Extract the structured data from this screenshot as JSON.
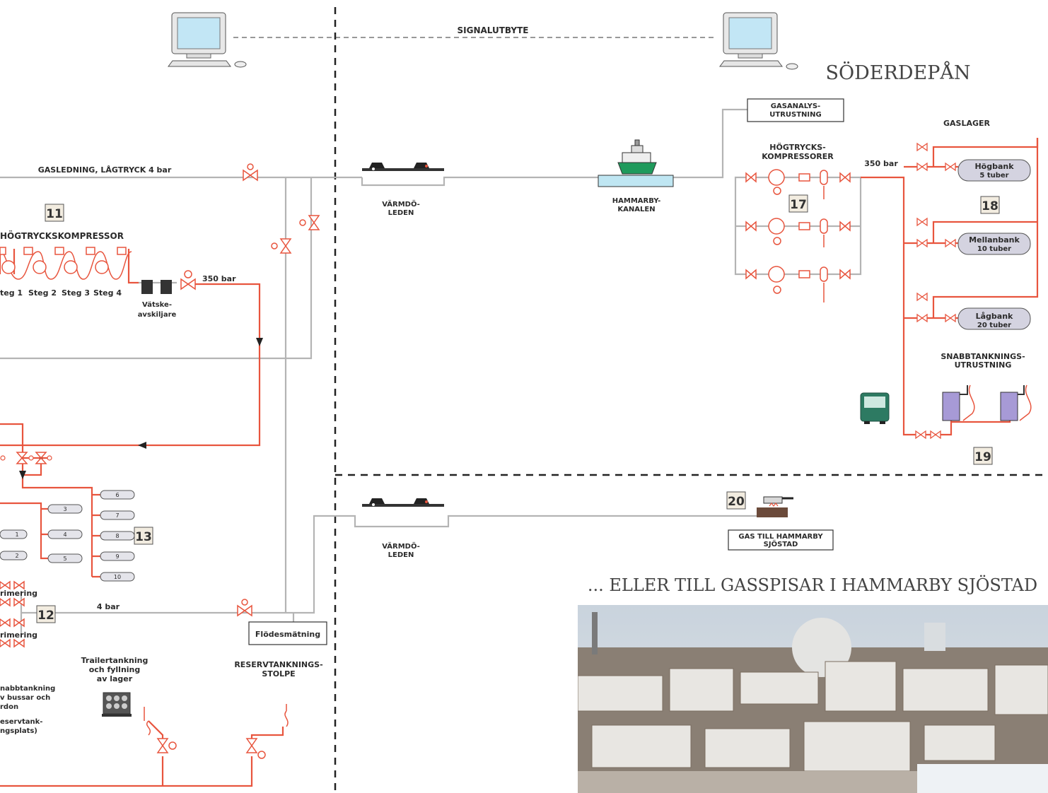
{
  "titles": {
    "soderdepan": "SÖDERDEPÅN",
    "gasspisar": "... ELLER TILL GASSPISAR I HAMMARBY SJÖSTAD"
  },
  "labels": {
    "signalutbyte": "SIGNALUTBYTE",
    "gasledning": "GASLEDNING, LÅGTRYCK 4 bar",
    "hogtryckskompressor": "HÖGTRYCKSKOMPRESSOR",
    "steg1": "teg 1",
    "steg2": "Steg 2",
    "steg3": "Steg 3",
    "steg4": "Steg 4",
    "vatske1": "Vätske-",
    "vatske2": "avskiljare",
    "bar350_left": "350 bar",
    "varmdo_top_1": "VÄRMDÖ-",
    "varmdo_top_2": "LEDEN",
    "hammarby_1": "HAMMARBY-",
    "hammarby_2": "KANALEN",
    "gasanalys_1": "GASANALYS-",
    "gasanalys_2": "UTRUSTNING",
    "hogtrycks_1": "HÖGTRYCKS-",
    "hogtrycks_2": "KOMPRESSORER",
    "bar350_right": "350 bar",
    "gaslager": "GASLAGER",
    "hogbank_1": "Högbank",
    "hogbank_2": "5 tuber",
    "mellanbank_1": "Mellanbank",
    "mellanbank_2": "10 tuber",
    "lagbank_1": "Lågbank",
    "lagbank_2": "20 tuber",
    "snabb_1": "SNABBTANKNINGS-",
    "snabb_2": "UTRUSTNING",
    "varmdo_bottom_1": "VÄRMDÖ-",
    "varmdo_bottom_2": "LEDEN",
    "gas_till_1": "GAS TILL HAMMARBY",
    "gas_till_2": "SJÖSTAD",
    "bar4": "4 bar",
    "flodesmatning": "Flödesmätning",
    "prioritering_a": "rimering",
    "prioritering_b": "rimering",
    "trailer_1": "Trailertankning",
    "trailer_2": "och fyllning",
    "trailer_3": "av lager",
    "reserv_1": "RESERVTANKNINGS-",
    "reserv_2": "STOLPE",
    "snabb_left_1": "nabbtankning",
    "snabb_left_2": "v bussar och",
    "snabb_left_3": "rdon",
    "snabb_left_4": "eservtank-",
    "snabb_left_5": "ngsplats)"
  },
  "numbers": {
    "n11": "11",
    "n12": "12",
    "n13": "13",
    "n17": "17",
    "n18": "18",
    "n19": "19",
    "n20": "20"
  },
  "cylinders": {
    "c1": "1",
    "c2": "2",
    "c3": "3",
    "c4": "4",
    "c5": "5",
    "c6": "6",
    "c7": "7",
    "c8": "8",
    "c9": "9",
    "c10": "10"
  },
  "colors": {
    "high_pressure_pipe": "#e8553e",
    "low_pressure_pipe": "#b4b4b4",
    "boat_hull": "#1f9a5c",
    "water": "#bfe6f2",
    "dispenser": "#a79ad6",
    "bus": "#2d7a62"
  },
  "photo": {
    "subject": "aerial-winter-cityscape-hammarby-sjostad"
  }
}
